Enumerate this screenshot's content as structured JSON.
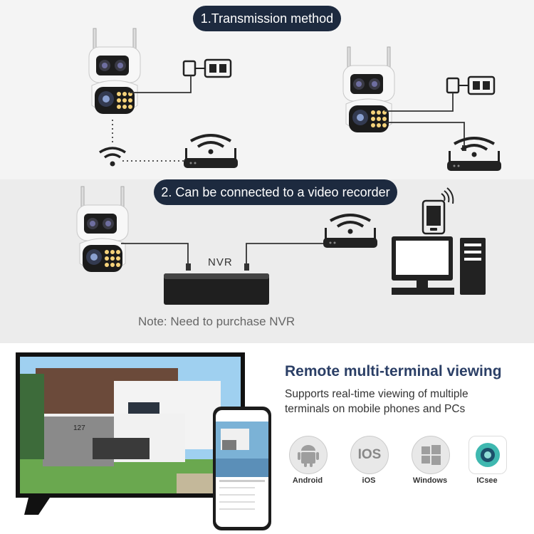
{
  "section1": {
    "title": "1.Transmission method"
  },
  "section2": {
    "title": "2. Can be connected to a video recorder",
    "nvr_label": "NVR",
    "note": "Note: Need to purchase NVR"
  },
  "section3": {
    "heading": "Remote multi-terminal viewing",
    "description_line1": "Supports real-time viewing of multiple",
    "description_line2": "terminals on mobile phones and PCs",
    "house_number": "127",
    "platforms": [
      {
        "label": "Android",
        "icon": "android-icon"
      },
      {
        "label": "iOS",
        "icon": "ios-icon",
        "icon_text": "IOS"
      },
      {
        "label": "Windows",
        "icon": "windows-icon"
      },
      {
        "label": "ICsee",
        "icon": "icsee-app-icon"
      }
    ]
  }
}
